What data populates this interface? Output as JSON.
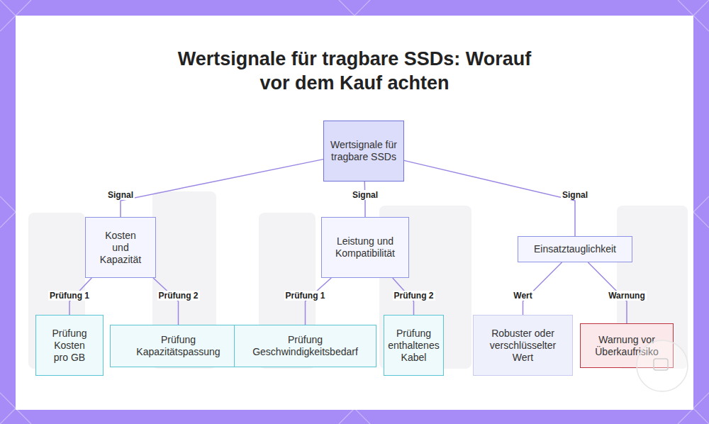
{
  "diagram": {
    "title": "Wertsignale für tragbare SSDs: Worauf vor dem Kauf achten",
    "nodes": [
      {
        "text": [
          "Wertsignale für tragbare SSDs"
        ]
      },
      {
        "text": [
          "Kosten und Kapazität"
        ]
      },
      {
        "text": [
          "Leistung und Kompatibilität"
        ]
      },
      {
        "text": [
          "Einsatztauglichkeit"
        ]
      },
      {
        "text": [
          "Prüfung Kosten pro GB"
        ]
      },
      {
        "text": [
          "Prüfung Kapazitätspassung"
        ]
      },
      {
        "text": [
          "Prüfung Geschwindigkeitsbedarf"
        ]
      },
      {
        "text": [
          "Prüfung enthaltenes Kabel"
        ]
      },
      {
        "text": [
          "Robuster oder verschlüsselter Wert"
        ]
      },
      {
        "text": [
          "Warnung vor Überkaufrisiko"
        ]
      }
    ],
    "edges": [
      {
        "from": 0,
        "to": 1,
        "label": "Signal",
        "arrow": "none"
      },
      {
        "from": 0,
        "to": 2,
        "label": "Signal",
        "arrow": "none"
      },
      {
        "from": 0,
        "to": 3,
        "label": "Signal",
        "arrow": "none"
      },
      {
        "from": 1,
        "to": 4,
        "label": "Prüfung 1",
        "arrow": "none"
      },
      {
        "from": 1,
        "to": 5,
        "label": "Prüfung 2",
        "arrow": "none"
      },
      {
        "from": 2,
        "to": 6,
        "label": "Prüfung 1",
        "arrow": "none"
      },
      {
        "from": 2,
        "to": 7,
        "label": "Prüfung 2",
        "arrow": "none"
      },
      {
        "from": 3,
        "to": 8,
        "label": "Wert",
        "arrow": "none"
      },
      {
        "from": 3,
        "to": 9,
        "label": "Warnung",
        "arrow": "none"
      }
    ]
  }
}
